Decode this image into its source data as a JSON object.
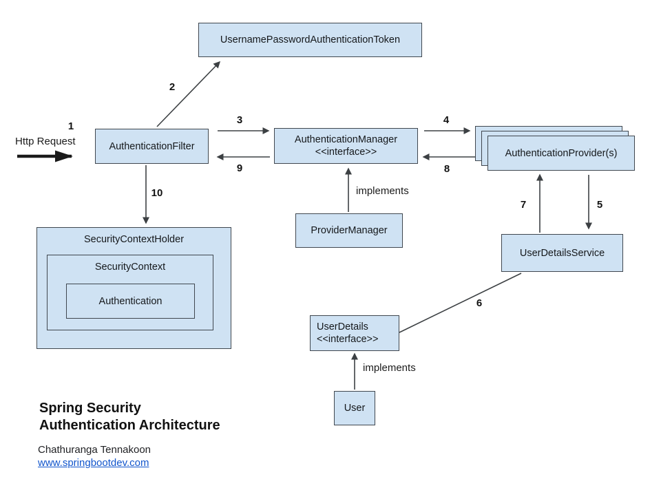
{
  "colors": {
    "box_fill": "#cfe2f3",
    "box_border": "#3f464e",
    "arrow": "#3c4043",
    "link": "#1155cc"
  },
  "nodes": {
    "token": {
      "label": "UsernamePasswordAuthenticationToken"
    },
    "filter": {
      "label": "AuthenticationFilter"
    },
    "manager": {
      "label": "AuthenticationManager",
      "stereotype": "<<interface>>"
    },
    "providers": {
      "label": "AuthenticationProvider(s)"
    },
    "provider_manager": {
      "label": "ProviderManager"
    },
    "security_context_holder": {
      "label": "SecurityContextHolder"
    },
    "security_context": {
      "label": "SecurityContext"
    },
    "authentication": {
      "label": "Authentication"
    },
    "user_details_service": {
      "label": "UserDetailsService"
    },
    "user_details": {
      "label": "UserDetails",
      "stereotype": "<<interface>>"
    },
    "user": {
      "label": "User"
    }
  },
  "labels": {
    "http_request": "Http Request",
    "implements_manager": "implements",
    "implements_user": "implements",
    "n1": "1",
    "n2": "2",
    "n3": "3",
    "n4": "4",
    "n5": "5",
    "n6": "6",
    "n7": "7",
    "n8": "8",
    "n9": "9",
    "n10": "10"
  },
  "footer": {
    "title_line1": "Spring Security",
    "title_line2": "Authentication Architecture",
    "author": "Chathuranga Tennakoon",
    "website": "www.springbootdev.com"
  }
}
